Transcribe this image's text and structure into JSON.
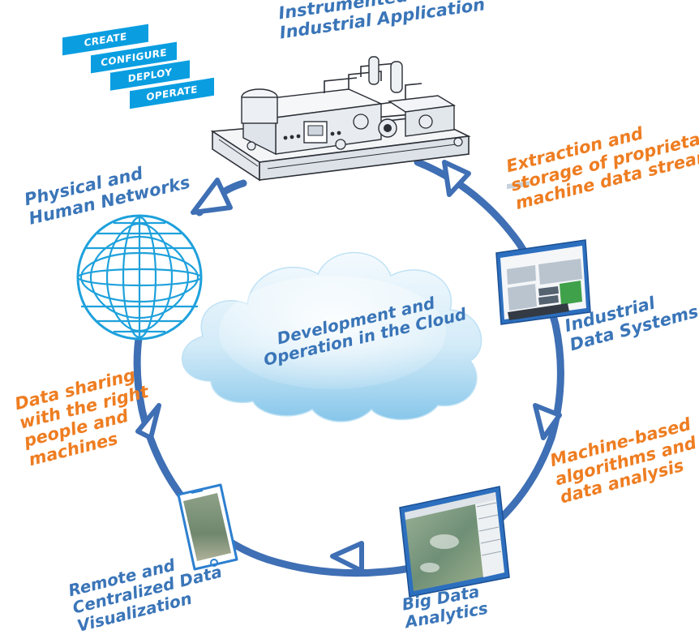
{
  "stages": {
    "create": "CREATE",
    "configure": "CONFIGURE",
    "deploy": "DEPLOY",
    "operate": "OPERATE"
  },
  "labels": {
    "instrumented": [
      "Instrumented",
      "Industrial Application"
    ],
    "extraction": [
      "Extraction and",
      "storage of proprietary",
      "machine data stream"
    ],
    "industrial_data": [
      "Industrial",
      "Data Systems"
    ],
    "machine_based": [
      "Machine-based",
      "algorithms and",
      "data analysis"
    ],
    "big_data": [
      "Big Data",
      "Analytics"
    ],
    "remote": [
      "Remote and",
      "Centralized Data",
      "Visualization"
    ],
    "data_sharing": [
      "Data sharing",
      "with the right",
      "people and",
      "machines"
    ],
    "physical": [
      "Physical and",
      "Human Networks"
    ],
    "cloud": [
      "Development and",
      "Operation in the Cloud"
    ]
  },
  "colors": {
    "ring": "#3f6fb4",
    "label_blue": "#3a75b8",
    "label_orange": "#ee7d21",
    "tag_blue": "#0a9ee1",
    "globe": "#1ea1dc",
    "cloud_light": "#e9f5fc",
    "cloud_dark": "#8fcbed"
  },
  "icons": {
    "machine": "industrial-machine-icon",
    "globe": "globe-icon",
    "monitor": "monitor-icon",
    "tablet": "tablet-icon",
    "phone": "phone-icon",
    "cloud": "cloud-icon"
  }
}
